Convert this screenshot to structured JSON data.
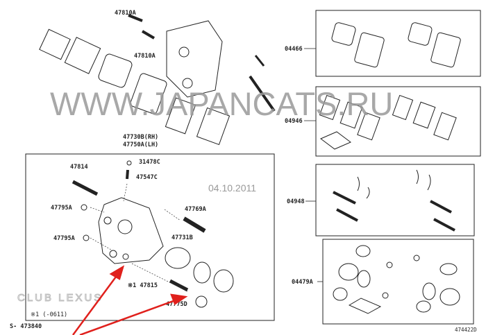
{
  "labels": {
    "bolt_top": "47810A",
    "bolt_mid": "47810A",
    "cylinder_rh": "47730B(RH)",
    "cylinder_lh": "47750A(LH)",
    "cap": "31478C",
    "bleeder": "47547C",
    "pin_bolt": "47814",
    "washer_1": "47795A",
    "washer_2": "47795A",
    "pin_right": "47769A",
    "piston": "47731B",
    "slide_pin": "※1 47815",
    "boot": "47775D",
    "footnote": "※1 (-0611)",
    "ref_left": "S- 473840",
    "ref_right": "474422D",
    "kit_pads": "04466",
    "kit_shims": "04946",
    "kit_pins": "04948",
    "kit_seals": "04479A"
  },
  "watermark": {
    "site": "WWW.JAPANCATS.RU",
    "date": "04.10.2011",
    "club": "CLUB LEXUS"
  },
  "colors": {
    "arrow": "#e0201c",
    "line": "#222222"
  }
}
